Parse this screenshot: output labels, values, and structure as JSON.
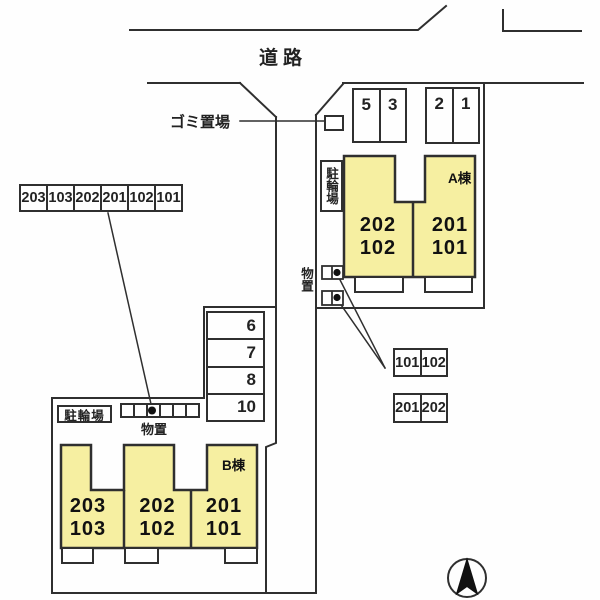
{
  "title": "apartment-site-plan",
  "colors": {
    "building_fill": "#f6efa1",
    "line": "#2f2f2f",
    "background": "#fefefe"
  },
  "road": {
    "label": "道路"
  },
  "garbage_area": {
    "label": "ゴミ置場"
  },
  "parking_north": {
    "left_cells": [
      "5",
      "3"
    ],
    "right_cells": [
      "2",
      "1"
    ]
  },
  "parking_west": {
    "cells": [
      "6",
      "7",
      "8",
      "10"
    ]
  },
  "parking_assignment_row": {
    "cells": [
      "203",
      "103",
      "202",
      "201",
      "102",
      "101"
    ]
  },
  "storage_assignment_boxes": {
    "row1": [
      "101",
      "102"
    ],
    "row2": [
      "201",
      "202"
    ]
  },
  "building_a": {
    "name": "A棟",
    "bike_label": "駐輪場",
    "storage_label": "物置",
    "units": [
      {
        "upper": "202",
        "lower": "102"
      },
      {
        "upper": "201",
        "lower": "101"
      }
    ]
  },
  "building_b": {
    "name": "B棟",
    "bike_label": "駐輪場",
    "storage_label": "物置",
    "units": [
      {
        "upper": "203",
        "lower": "103"
      },
      {
        "upper": "202",
        "lower": "102"
      },
      {
        "upper": "201",
        "lower": "101"
      }
    ]
  },
  "compass": {
    "direction": "N"
  }
}
